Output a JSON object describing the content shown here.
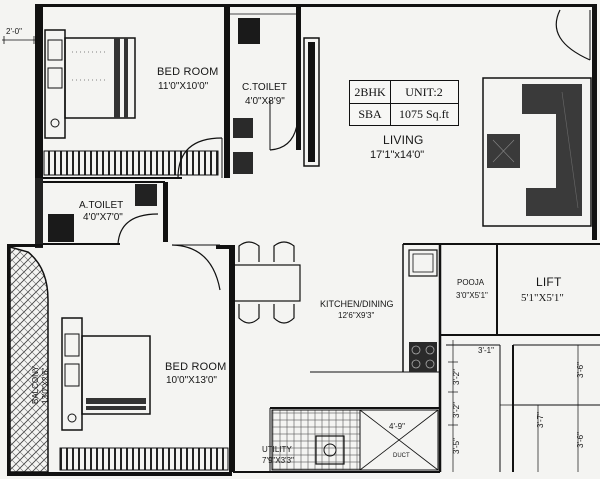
{
  "plan": {
    "unit_info": {
      "type": "2BHK",
      "unit": "UNIT:2",
      "sba_label": "SBA",
      "sba_value": "1075 Sq.ft"
    },
    "rooms": [
      {
        "id": "bedroom-1",
        "name": "BED ROOM",
        "size": "11'0\"X10'0\""
      },
      {
        "id": "c-toilet",
        "name": "C.TOILET",
        "size": "4'0\"X8'9\""
      },
      {
        "id": "living",
        "name": "LIVING",
        "size": "17'1\"x14'0\""
      },
      {
        "id": "a-toilet",
        "name": "A.TOILET",
        "size": "4'0\"X7'0\""
      },
      {
        "id": "kitchen-dining",
        "name": "KITCHEN/DINING",
        "size": "12'6\"X9'3\""
      },
      {
        "id": "pooja",
        "name": "POOJA",
        "size": "3'0\"X5'1\""
      },
      {
        "id": "lift",
        "name": "LIFT",
        "size": "5'1\"X5'1\""
      },
      {
        "id": "bedroom-2",
        "name": "BED ROOM",
        "size": "10'0\"X13'0\""
      },
      {
        "id": "utility",
        "name": "UTILITY",
        "size": "7'9\"X3'3\""
      },
      {
        "id": "balcony",
        "name": "BALCONY",
        "size": "13'0\"X2'6\""
      }
    ],
    "labels": {
      "wall_dim": "2'-0\"",
      "duct": "DUCT",
      "utility_dim": "4'-9\"",
      "stair_1": "3'-1\"",
      "stair_2": "3'-2\"",
      "stair_3": "3'-2\"",
      "stair_4": "3'-5\"",
      "stair_5": "3'-6\"",
      "stair_6": "3'-6\"",
      "stair_7": "3'-7\""
    },
    "colors": {
      "ink": "#111111",
      "paper": "#f4f4f2",
      "shade": "#3a3a3a",
      "hatch": "#555555"
    }
  }
}
